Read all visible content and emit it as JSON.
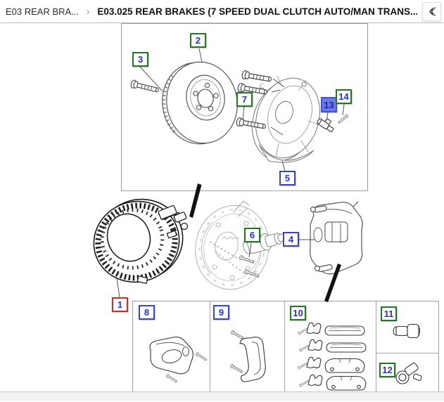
{
  "breadcrumb": {
    "parent": "E03 REAR BRA...",
    "separator": "›",
    "current": "E03.025 REAR BRAKES (7 SPEED DUAL CLUTCH AUTO/MAN TRANS..."
  },
  "callouts": [
    {
      "num": "1",
      "variant": "red"
    },
    {
      "num": "2",
      "variant": "green"
    },
    {
      "num": "3",
      "variant": "green"
    },
    {
      "num": "4",
      "variant": "navy"
    },
    {
      "num": "5",
      "variant": "navy"
    },
    {
      "num": "6",
      "variant": "green"
    },
    {
      "num": "7",
      "variant": "green"
    },
    {
      "num": "8",
      "variant": "navy"
    },
    {
      "num": "9",
      "variant": "navy"
    },
    {
      "num": "10",
      "variant": "green"
    },
    {
      "num": "11",
      "variant": "green"
    },
    {
      "num": "12",
      "variant": "green"
    },
    {
      "num": "13",
      "variant": "selected",
      "selected": true
    },
    {
      "num": "14",
      "variant": "green"
    }
  ],
  "colors": {
    "green_border": "#1f7a1f",
    "navy_border": "#3744c6",
    "red_border": "#d02c2c",
    "selected_fill": "#6b7ae6",
    "selected_border": "#4353d0",
    "number_text": "#2433cc"
  }
}
